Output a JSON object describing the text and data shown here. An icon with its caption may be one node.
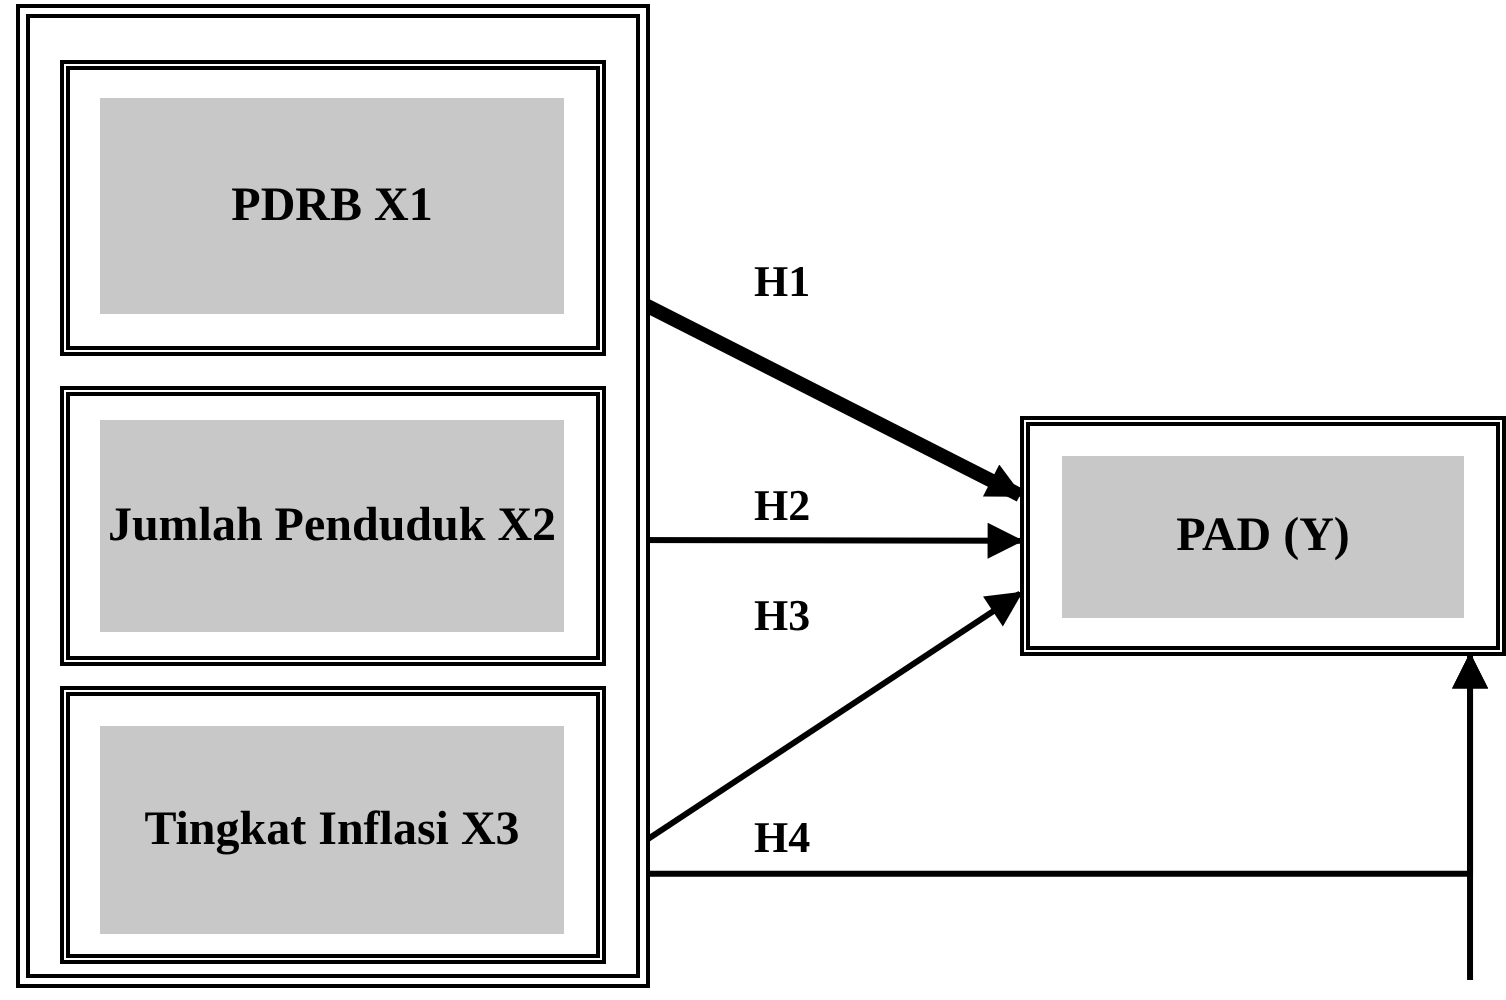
{
  "diagram": {
    "nodes": [
      {
        "text": [],
        "shape": "box"
      },
      {
        "text": [
          "PDRB X1"
        ],
        "in": 0
      },
      {
        "text": [
          "Jumlah Penduduk X2"
        ],
        "in": 0
      },
      {
        "text": [
          "Tingkat Inflasi X3"
        ],
        "in": 0
      },
      {
        "text": [
          "PAD (Y)"
        ]
      }
    ],
    "edges": [
      {
        "from": 1,
        "to": 4,
        "arrow": "to",
        "label": "H1",
        "style": "thick"
      },
      {
        "from": 2,
        "to": 4,
        "arrow": "to",
        "label": "H2"
      },
      {
        "from": 3,
        "to": 4,
        "arrow": "to",
        "label": "H3"
      },
      {
        "from": 0,
        "to": 4,
        "arrow": "to",
        "label": "H4"
      },
      {
        "from": null,
        "to": 4,
        "arrow": "to"
      }
    ]
  }
}
